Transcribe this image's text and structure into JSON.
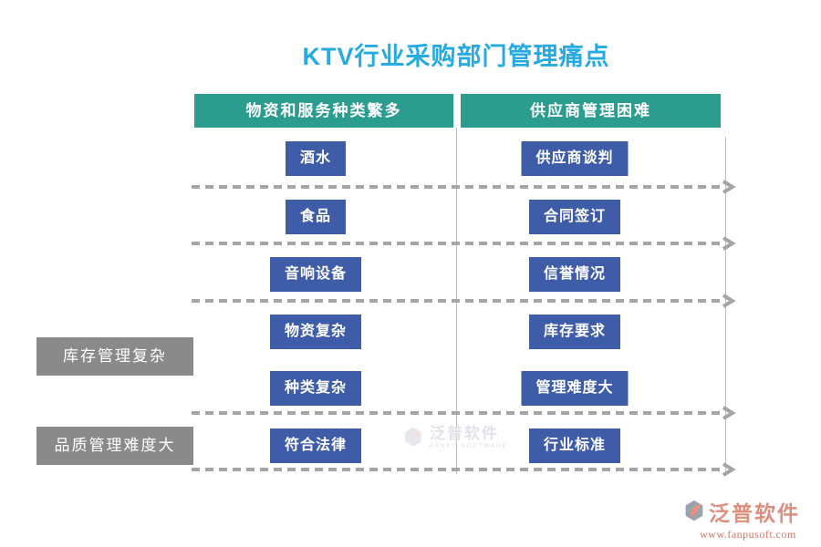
{
  "title": {
    "text": "KTV行业采购部门管理痛点"
  },
  "columns": [
    {
      "header": "物资和服务种类繁多",
      "items": [
        "酒水",
        "食品",
        "音响设备",
        "物资复杂",
        "种类复杂",
        "符合法律"
      ]
    },
    {
      "header": "供应商管理困难",
      "items": [
        "供应商谈判",
        "合同签订",
        "信誉情况",
        "库存要求",
        "管理难度大",
        "行业标准"
      ]
    }
  ],
  "side_labels": [
    "库存管理复杂",
    "品质管理难度大"
  ],
  "watermark": {
    "brand": "泛普软件",
    "subtitle": "FANPU SOFTWARE"
  },
  "footer_logo": {
    "brand": "泛普软件",
    "url": "www.fanpusoft.com"
  },
  "colors": {
    "title": "#25AAE1",
    "header_bg": "#2B9C8E",
    "item_bg": "#3E5CA7",
    "side_label_bg": "#8A8A8A",
    "arrow": "#A5A5A5",
    "brand_salmon": "#DC8F7C",
    "brand_url_red": "#D4765F"
  }
}
